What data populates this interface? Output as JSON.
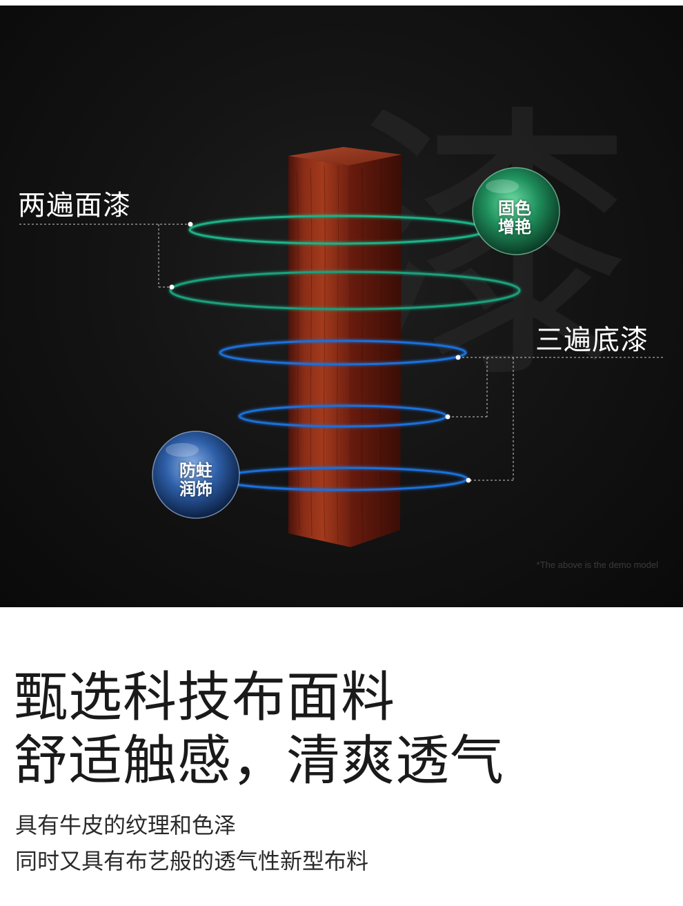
{
  "hero": {
    "label_top": "两遍面漆",
    "label_bottom": "三遍底漆",
    "orb_green": {
      "line1": "固色",
      "line2": "增艳",
      "color": "#2fae77"
    },
    "orb_blue": {
      "line1": "防蛀",
      "line2": "润饰",
      "color": "#3c78c8"
    },
    "watermark_char": "漆",
    "demo_note": "*The above is the demo model",
    "ring_colors": {
      "green": "#1fb287",
      "blue": "#1e6fd9"
    },
    "wood_color": "#7a2413"
  },
  "content": {
    "headline_1": "甄选科技布面料",
    "headline_2": "舒适触感，清爽透气",
    "desc_1": "具有牛皮的纹理和色泽",
    "desc_2": "同时又具有布艺般的透气性新型布料"
  }
}
